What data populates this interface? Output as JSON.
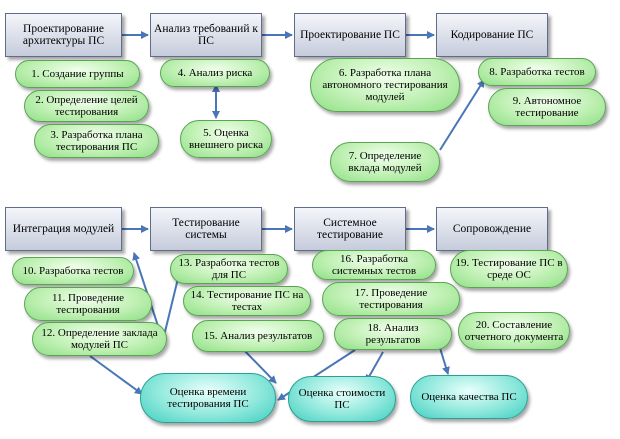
{
  "stages": {
    "design_arch": "Проектирование архитектуры ПС",
    "requirements": "Анализ требований к ПС",
    "design_ps": "Проектирование ПС",
    "coding": "Кодирование ПС",
    "integration": "Интеграция модулей",
    "system_testing": "Тестирование системы",
    "sys_testing2": "Системное тестирование",
    "support": "Сопровождение"
  },
  "tasks": {
    "t1": "1. Создание группы",
    "t2": "2. Определение целей тестирования",
    "t3": "3. Разработка плана тестирования ПС",
    "t4": "4. Анализ риска",
    "t5": "5. Оценка внешнего риска",
    "t6": "6. Разработка плана автономного тестирования модулей",
    "t7": "7. Определение вклада модулей",
    "t8": "8. Разработка тестов",
    "t9": "9. Автономное тестирование",
    "t10": "10. Разработка тестов",
    "t11": "11. Проведение тестирования",
    "t12": "12. Определение заклада модулей ПС",
    "t13": "13. Разработка тестов для ПС",
    "t14": "14. Тестирование ПС на тестах",
    "t15": "15. Анализ результатов",
    "t16": "16. Разработка системных тестов",
    "t17": "17. Проведение тестирования",
    "t18": "18. Анализ результатов",
    "t19": "19. Тестирование ПС в среде ОС",
    "t20": "20. Составление отчетного документа"
  },
  "outputs": {
    "time_estimate": "Оценка времени тестирования ПС",
    "cost_estimate": "Оценка стоимости ПС",
    "quality_estimate": "Оценка качества ПС"
  },
  "colors": {
    "stage_top": "#f4f6fa",
    "stage_bottom": "#c5ccdb",
    "task_fill": "#bff0b3",
    "output_fill": "#8fe8dc",
    "arrow": "#4a76b8"
  }
}
